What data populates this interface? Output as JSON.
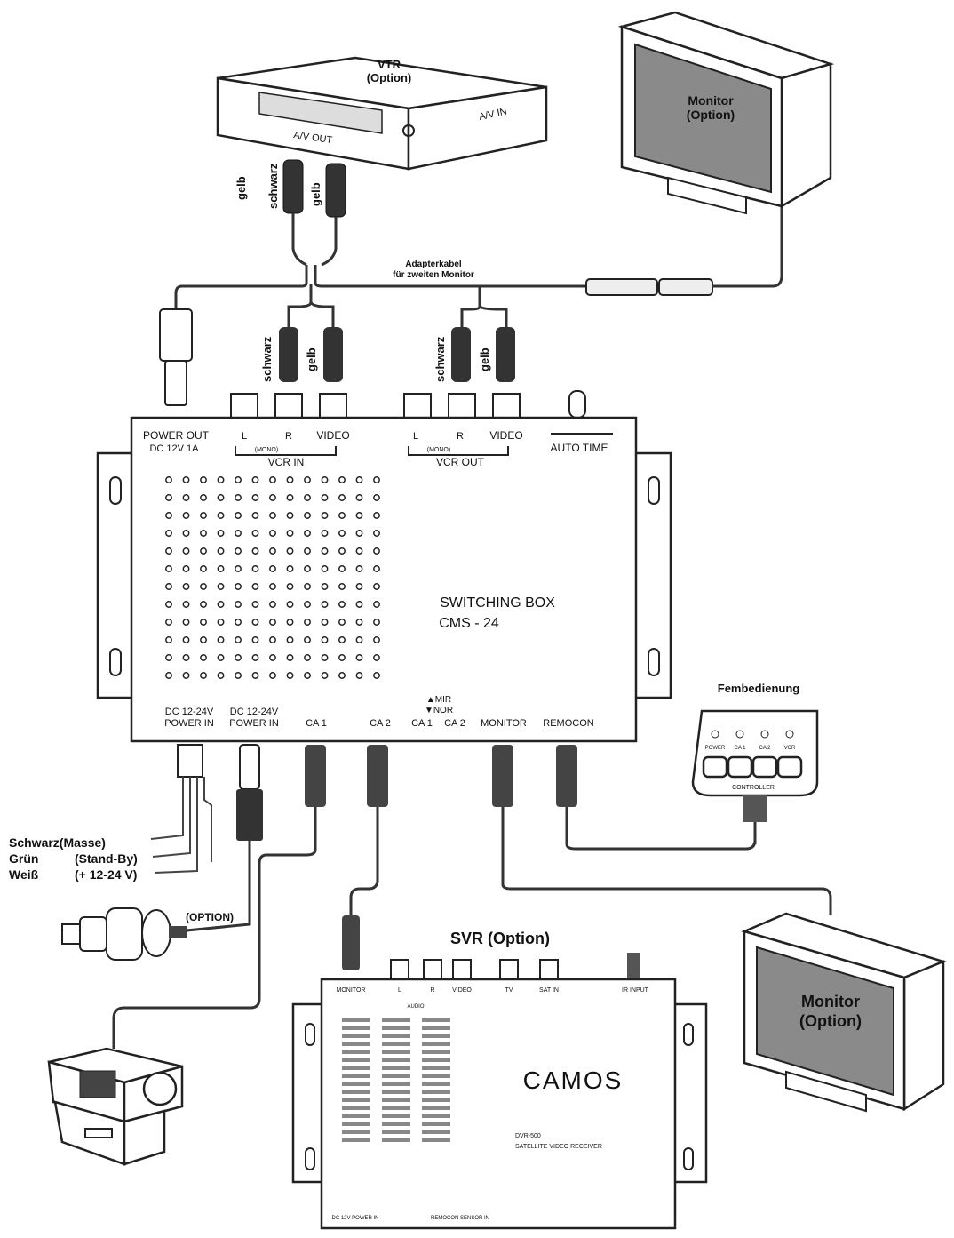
{
  "vtr": {
    "title": "VTR",
    "option": "(Option)",
    "av_out": "A/V OUT",
    "av_in": "A/V IN"
  },
  "monitor_top": {
    "title": "Monitor",
    "option": "(Option)"
  },
  "monitor_bottom": {
    "title": "Monitor",
    "option": "(Option)"
  },
  "cable_labels": {
    "gelb_left": "gelb",
    "schwarz_top": "schwarz",
    "gelb_top": "gelb",
    "schwarz_vcr_in": "schwarz",
    "gelb_vcr_in": "gelb",
    "schwarz_vcr_out": "schwarz",
    "gelb_vcr_out": "gelb",
    "adapter_line1": "Adapterkabel",
    "adapter_line2": "für zweiten Monitor"
  },
  "switching_box": {
    "name_line1": "SWITCHING BOX",
    "name_line2": "CMS - 24",
    "power_out_line1": "POWER OUT",
    "power_out_line2": "DC 12V 1A",
    "vcr_in": "VCR IN",
    "vcr_out": "VCR OUT",
    "video": "VIDEO",
    "mono": "(MONO)",
    "l": "L",
    "r": "R",
    "auto_time": "AUTO TIME",
    "bottom_ports": [
      {
        "line1": "DC 12-24V",
        "line2": "POWER IN"
      },
      {
        "line1": "DC 12-24V",
        "line2": "POWER IN"
      },
      {
        "line1": "",
        "line2": "CA 1"
      },
      {
        "line1": "",
        "line2": "CA 2"
      },
      {
        "line1": "",
        "line2": "CA 1"
      },
      {
        "line1": "",
        "line2": "CA 2"
      },
      {
        "line1": "",
        "line2": "MONITOR"
      },
      {
        "line1": "",
        "line2": "REMOCON"
      }
    ],
    "mir": "▲MIR",
    "nor": "▼NOR"
  },
  "wires": {
    "row1_left": "Schwarz(Masse)",
    "row2_left": "Grün",
    "row2_right": "(Stand-By)",
    "row3_left": "Weiß",
    "row3_right": "(+ 12-24 V)"
  },
  "option_label": "(OPTION)",
  "remote": {
    "title": "Fembedienung",
    "leds": [
      "POWER",
      "CA 1",
      "CA 2",
      "VCR"
    ],
    "footer": "CONTROLLER"
  },
  "svr": {
    "title": "SVR (Option)",
    "brand": "CAMOS",
    "model": "DVR-500",
    "desc": "SATELLITE VIDEO RECEIVER",
    "top_ports": [
      "MONITOR",
      "L",
      "R",
      "VIDEO",
      "TV",
      "SAT IN",
      "IR INPUT"
    ],
    "audio": "AUDIO",
    "bottom_ports": [
      "DC 12V POWER IN",
      "REMOCON SENSOR IN"
    ]
  }
}
